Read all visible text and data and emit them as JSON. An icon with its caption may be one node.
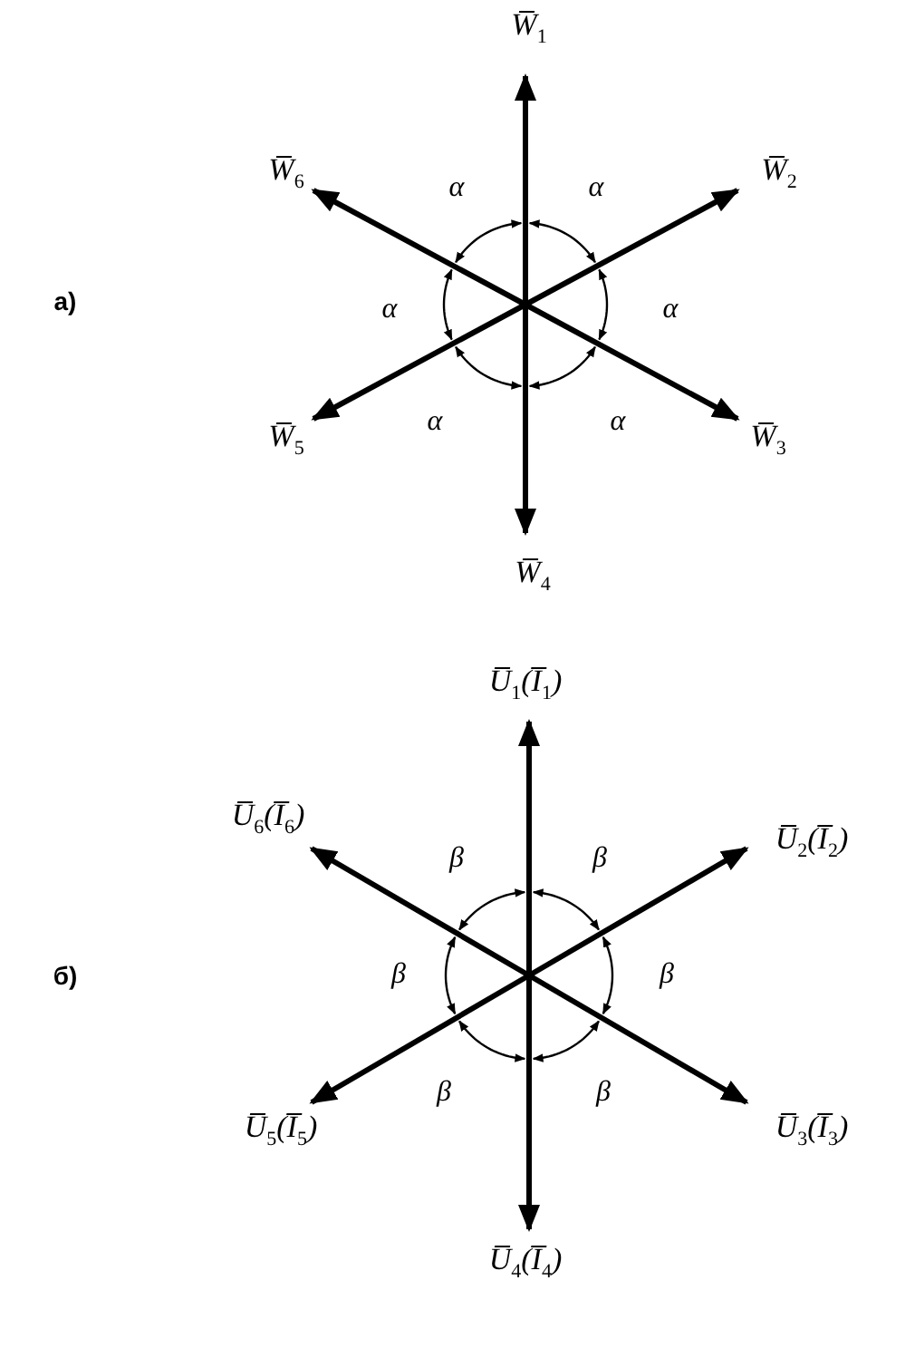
{
  "diagram": {
    "nodes": [
      {
        "text": [
          "W̅$_{1}$"
        ]
      },
      {
        "text": [
          "W̅$_{6}$"
        ]
      },
      {
        "text": [
          "W̅$_{2}$"
        ]
      },
      {
        "text": [
          "W̅$_{5}$"
        ]
      },
      {
        "text": [
          "W̅$_{3}$"
        ]
      },
      {
        "text": [
          "W̅$_{4}$"
        ]
      },
      {
        "text": [
          "U̅$_{1}$(I̅$_{1}$)"
        ]
      },
      {
        "text": [
          "U̅$_{6}$(I̅$_{6}$)"
        ]
      },
      {
        "text": [
          "U̅$_{2}$(I̅$_{2}$)"
        ]
      },
      {
        "text": [
          "U̅$_{5}$(I̅$_{5}$)"
        ]
      },
      {
        "text": [
          "U̅$_{3}$(I̅$_{3}$)"
        ]
      },
      {
        "text": [
          "U̅$_{4}$(I̅$_{4}$)"
        ]
      }
    ],
    "edges": [
      {
        "from": null,
        "to": 0,
        "arrow": "to"
      },
      {
        "from": null,
        "to": 1,
        "arrow": "to"
      },
      {
        "from": null,
        "to": 2,
        "arrow": "to"
      },
      {
        "from": null,
        "to": 3,
        "arrow": "to"
      },
      {
        "from": null,
        "to": 4,
        "arrow": "to"
      },
      {
        "from": null,
        "to": 5,
        "arrow": "to"
      },
      {
        "from": null,
        "to": 6,
        "arrow": "to"
      },
      {
        "from": null,
        "to": 7,
        "arrow": "to"
      },
      {
        "from": null,
        "to": 8,
        "arrow": "to"
      },
      {
        "from": null,
        "to": 9,
        "arrow": "to"
      },
      {
        "from": null,
        "to": 10,
        "arrow": "to"
      },
      {
        "from": null,
        "to": 11,
        "arrow": "to"
      }
    ],
    "labels": [
      "α",
      "α",
      "а)",
      "α",
      "α",
      "α",
      "α",
      "β",
      "β",
      "б)",
      "β",
      "β",
      "β",
      "β"
    ]
  }
}
